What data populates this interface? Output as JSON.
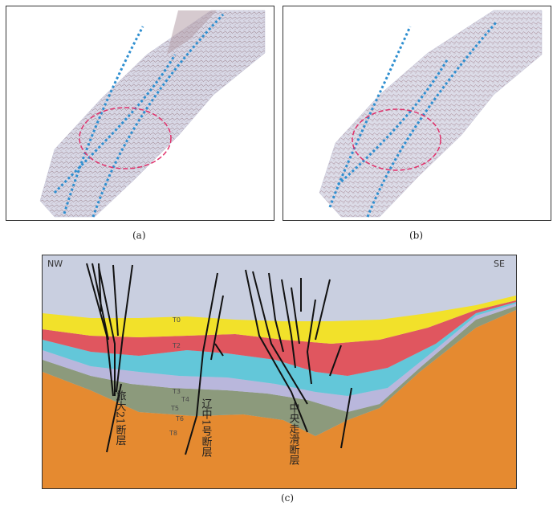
{
  "figure": {
    "panels": [
      {
        "id": "a",
        "caption": "(a)"
      },
      {
        "id": "b",
        "caption": "(b)"
      },
      {
        "id": "c",
        "caption": "(c)"
      }
    ],
    "section": {
      "left_direction": "NW",
      "right_direction": "SE",
      "horizon_labels": [
        "T0",
        "T2",
        "T3",
        "T4",
        "T5",
        "T6",
        "T8"
      ],
      "fault_names": [
        "旅大21断层",
        "辽中1号断层",
        "中央走滑断层"
      ]
    },
    "colors": {
      "sky": "#c9cfe0",
      "yellow_layer": "#f2e12a",
      "red_layer": "#e0565f",
      "cyan_layer": "#63c7d9",
      "lavender_layer": "#b9b7dc",
      "grey_layer": "#8c9a7c",
      "basement": "#e58a30",
      "fault_trace": "#2f8fd0",
      "highlight_ellipse": "#e0306a"
    }
  }
}
